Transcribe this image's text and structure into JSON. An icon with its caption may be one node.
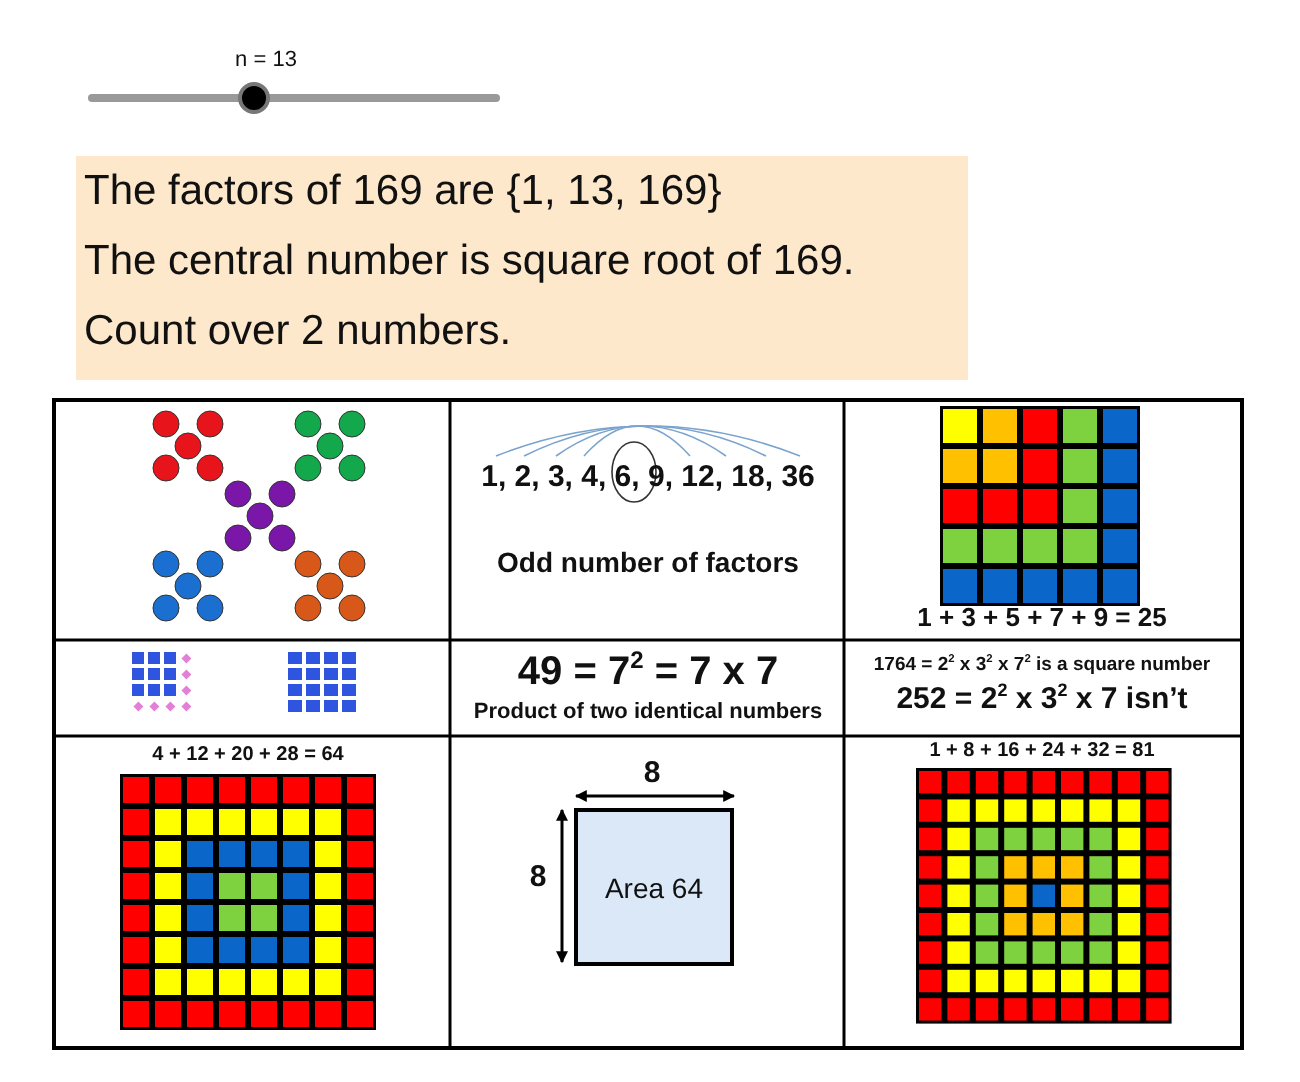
{
  "diagram": {
    "nodes": [
      {
        "text": [
          "The factors of 169 are {1, 13, 169}",
          "The central number is square root of 169.",
          "Count over 2 numbers."
        ]
      },
      {
        "text": [
          "Area 64"
        ]
      }
    ],
    "labels": [
      "n = 13",
      "1, 2, 3, 4, 6, 9, 12, 18, 36",
      "Odd number of factors",
      "1 + 3 + 5 + 7 + 9 = 25",
      "49 = 7$^{2}$ = 7 x 7",
      "Product of two identical numbers",
      "1764 = 2$^{2}$ x 3$^{2}$ x 7$^{2}$ is a square number",
      "252 = 2$^{2}$ x 3$^{2}$ x 7 isn’t",
      "4 + 12 + 20 + 28 = 64",
      "8",
      "8",
      "1 + 8 + 16 + 24 + 32 = 81"
    ]
  }
}
